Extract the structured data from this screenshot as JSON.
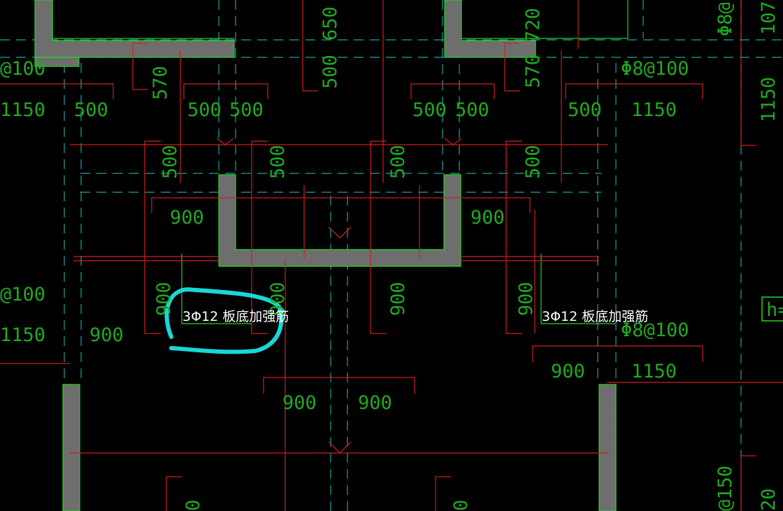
{
  "drawing": {
    "colors": {
      "background": "#000000",
      "dimension_text": "#1faa1f",
      "note_text": "#ffffff",
      "rebar_line": "#d01f1f",
      "axis_line": "#1fa3a3",
      "wall_fill": "#6e6e6e",
      "wall_edge": "#22d822",
      "markup_circle": "#19d7d7"
    },
    "rebar_specs": {
      "spec_left_top": "@100",
      "spec_left_mid": "@100",
      "spec_right_top": "Φ8@100",
      "spec_right_mid": "Φ8@100",
      "spec_right_edge": "Φ8@",
      "spec_right_bottom": "@150"
    },
    "dimensions": {
      "d_1150_a": "1150",
      "d_500_a": "500",
      "d_500_b": "500",
      "d_500_c": "500",
      "d_500_d": "500",
      "d_500_e": "500",
      "d_500_f": "500",
      "d_1150_b": "1150",
      "d_570_a": "570",
      "d_570_b": "570",
      "d_650": "650",
      "d_720": "720",
      "d_500_v1": "500",
      "d_500_v2": "500",
      "d_500_v3": "500",
      "d_500_v4": "500",
      "d_500_v5": "500",
      "d_1150_v": "1150",
      "d_107": "107",
      "d_900_a": "900",
      "d_900_b": "900",
      "d_900_v1": "900",
      "d_900_v2": "900",
      "d_900_v3": "900",
      "d_900_v4": "900",
      "d_1150_c": "1150",
      "d_900_c": "900",
      "d_900_d": "900",
      "d_1150_d": "1150",
      "d_900_e": "900",
      "d_900_f": "900",
      "d_0_a": "0",
      "d_0_b": "0",
      "d_20": "20"
    },
    "notes": {
      "note_left": "3Φ12 板底加强筋",
      "note_right": "3Φ12 板底加强筋",
      "h_label": "h="
    }
  }
}
